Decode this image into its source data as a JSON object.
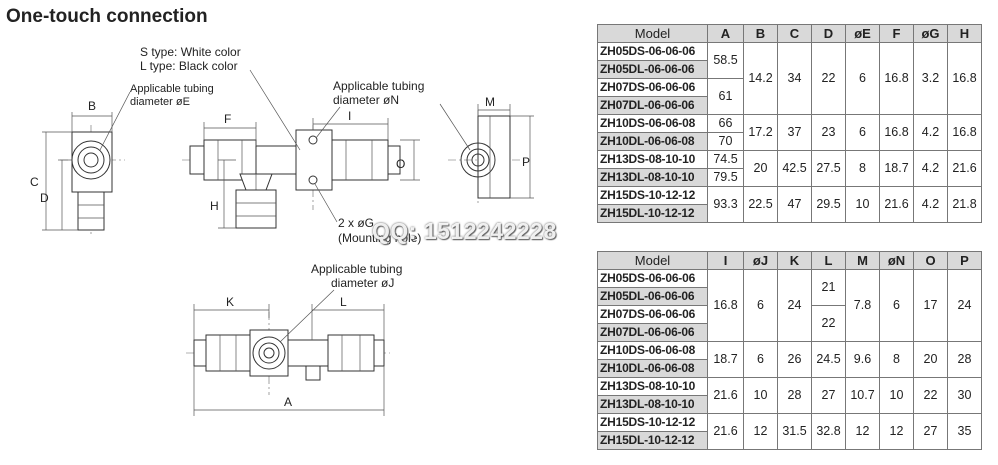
{
  "section_title": "One-touch connection",
  "labels": {
    "s_type": "S type: White color",
    "l_type": "L type: Black color",
    "tubing_e_1": "Applicable tubing",
    "tubing_e_2": "diameter øE",
    "tubing_n_1": "Applicable tubing",
    "tubing_n_2": "diameter øN",
    "tubing_j_1": "Applicable tubing",
    "tubing_j_2": "diameter øJ",
    "mounting_holes_1": "2 x øG",
    "mounting_holes_2": "(Mounting hole)"
  },
  "dims": {
    "A": "A",
    "B": "B",
    "C": "C",
    "D": "D",
    "F": "F",
    "H": "H",
    "I": "I",
    "K": "K",
    "L": "L",
    "M": "M",
    "O": "O",
    "P": "P"
  },
  "watermark": "QQ: 1512242228",
  "table1": {
    "headers": [
      "Model",
      "A",
      "B",
      "C",
      "D",
      "øE",
      "F",
      "øG",
      "H"
    ],
    "models": [
      "ZH05DS-06-06-06",
      "ZH05DL-06-06-06",
      "ZH07DS-06-06-06",
      "ZH07DL-06-06-06",
      "ZH10DS-06-06-08",
      "ZH10DL-06-06-08",
      "ZH13DS-08-10-10",
      "ZH13DL-08-10-10",
      "ZH15DS-10-12-12",
      "ZH15DL-10-12-12"
    ],
    "A_values": [
      "58.5",
      "61",
      "66",
      "70",
      "74.5",
      "79.5",
      "93.3"
    ],
    "groups": [
      {
        "B": "14.2",
        "C": "34",
        "D": "22",
        "E": "6",
        "F": "16.8",
        "G": "3.2",
        "H": "16.8"
      },
      {
        "B": "17.2",
        "C": "37",
        "D": "23",
        "E": "6",
        "F": "16.8",
        "G": "4.2",
        "H": "16.8"
      },
      {
        "B": "20",
        "C": "42.5",
        "D": "27.5",
        "E": "8",
        "F": "18.7",
        "G": "4.2",
        "H": "21.6"
      },
      {
        "B": "22.5",
        "C": "47",
        "D": "29.5",
        "E": "10",
        "F": "21.6",
        "G": "4.2",
        "H": "21.8"
      }
    ]
  },
  "table2": {
    "headers": [
      "Model",
      "I",
      "øJ",
      "K",
      "L",
      "M",
      "øN",
      "O",
      "P"
    ],
    "models": [
      "ZH05DS-06-06-06",
      "ZH05DL-06-06-06",
      "ZH07DS-06-06-06",
      "ZH07DL-06-06-06",
      "ZH10DS-06-06-08",
      "ZH10DL-06-06-08",
      "ZH13DS-08-10-10",
      "ZH13DL-08-10-10",
      "ZH15DS-10-12-12",
      "ZH15DL-10-12-12"
    ],
    "L_small": [
      "21",
      "22"
    ],
    "groups": [
      {
        "I": "16.8",
        "J": "6",
        "K": "24",
        "M": "7.8",
        "N": "6",
        "O": "17",
        "P": "24"
      },
      {
        "I": "18.7",
        "J": "6",
        "K": "26",
        "L": "24.5",
        "M": "9.6",
        "N": "8",
        "O": "20",
        "P": "28"
      },
      {
        "I": "21.6",
        "J": "10",
        "K": "28",
        "L": "27",
        "M": "10.7",
        "N": "10",
        "O": "22",
        "P": "30"
      },
      {
        "I": "21.6",
        "J": "12",
        "K": "31.5",
        "L": "32.8",
        "M": "12",
        "N": "12",
        "O": "27",
        "P": "35"
      }
    ]
  }
}
